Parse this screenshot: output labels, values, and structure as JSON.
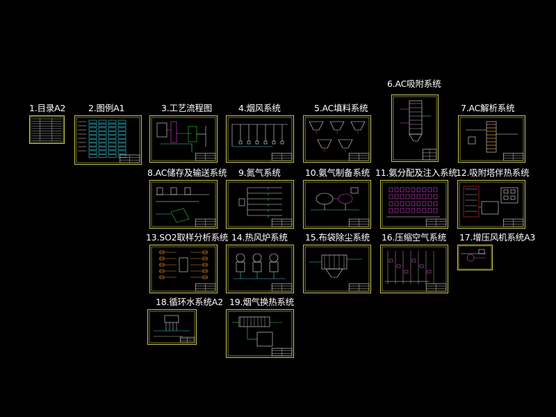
{
  "window": {
    "background": "#000000"
  },
  "colors": {
    "frame": "#c8c85a",
    "line_white": "#e6e6e6",
    "line_cyan": "#3fd0e0",
    "line_magenta": "#e040e0",
    "line_orange": "#e08a30",
    "line_green": "#40d040",
    "line_red": "#e03030",
    "line_yellow": "#e6e64a"
  },
  "sheets": [
    {
      "id": "s1",
      "title": "1.目录A2",
      "theme": "table"
    },
    {
      "id": "s2",
      "title": "2.图例A1",
      "theme": "legend"
    },
    {
      "id": "s3",
      "title": "3.工艺流程图",
      "theme": "flow"
    },
    {
      "id": "s4",
      "title": "4.烟风系统",
      "theme": "ducts"
    },
    {
      "id": "s5",
      "title": "5.AC填料系统",
      "theme": "hoppers"
    },
    {
      "id": "s6",
      "title": "6.AC吸附系统",
      "theme": "tower"
    },
    {
      "id": "s7",
      "title": "7.AC解析系统",
      "theme": "regen"
    },
    {
      "id": "s8",
      "title": "8.AC储存及输送系统",
      "theme": "conveyor"
    },
    {
      "id": "s9",
      "title": "9.氮气系统",
      "theme": "pipes"
    },
    {
      "id": "s10",
      "title": "10.氨气制备系统",
      "theme": "ammonia"
    },
    {
      "id": "s11",
      "title": "11.氨分配及注入系统",
      "theme": "grid"
    },
    {
      "id": "s12",
      "title": "12.吸附塔伴热系统",
      "theme": "heating"
    },
    {
      "id": "s13",
      "title": "13.SO2取样分析系统",
      "theme": "sampling"
    },
    {
      "id": "s14",
      "title": "14.热风炉系统",
      "theme": "furnace"
    },
    {
      "id": "s15",
      "title": "15.布袋除尘系统",
      "theme": "baghouse"
    },
    {
      "id": "s16",
      "title": "16.压缩空气系统",
      "theme": "air"
    },
    {
      "id": "s17",
      "title": "17.增压风机系统A3",
      "theme": "fan"
    },
    {
      "id": "s18",
      "title": "18.循环水系统A2",
      "theme": "water"
    },
    {
      "id": "s19",
      "title": "19.烟气换热系统",
      "theme": "exchanger"
    }
  ]
}
